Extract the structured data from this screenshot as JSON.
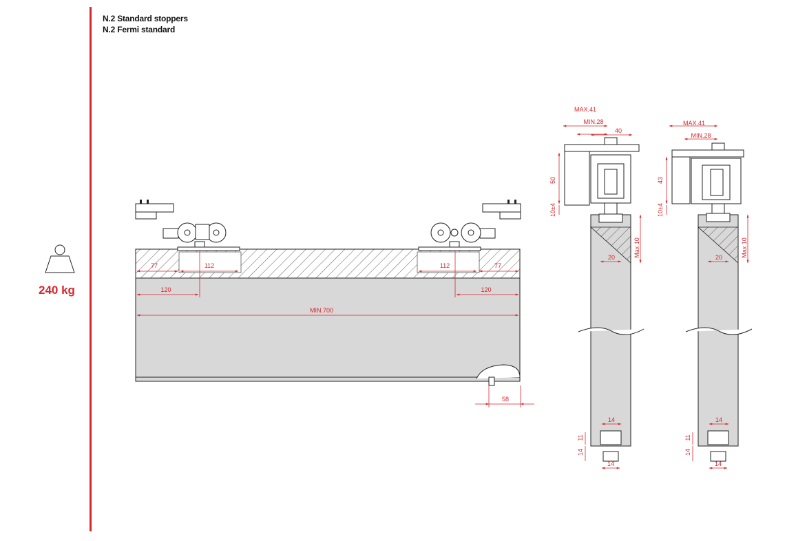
{
  "header": {
    "title_en": "N.2 Standard stoppers",
    "title_it": "N.2 Fermi standard"
  },
  "weight_label": "240 kg",
  "colors": {
    "accent": "#d9262c",
    "door_fill": "#d8d8d8",
    "line": "#222222"
  },
  "icons": {
    "weight": "weight-icon"
  },
  "front_view": {
    "dims": {
      "left_edge": "77",
      "left_trolley": "112",
      "right_trolley": "112",
      "right_edge": "77",
      "left_offset": "120",
      "right_offset": "120",
      "door_min": "MIN.700",
      "guide": "58"
    }
  },
  "side_view_1": {
    "dims": {
      "max": "MAX.41",
      "min": "MIN.28",
      "width": "40",
      "height": "50",
      "adjust": "10±4",
      "max_depth": "Max 10",
      "groove": "20",
      "bottom_top": "14",
      "bottom_11": "11",
      "bottom_14": "14",
      "bottom_base": "14"
    }
  },
  "side_view_2": {
    "dims": {
      "max": "MAX.41",
      "min": "MIN.28",
      "height": "43",
      "adjust": "10±4",
      "max_depth": "Max 10",
      "groove": "20",
      "bottom_top": "14",
      "bottom_11": "11",
      "bottom_14": "14",
      "bottom_base": "14"
    }
  }
}
